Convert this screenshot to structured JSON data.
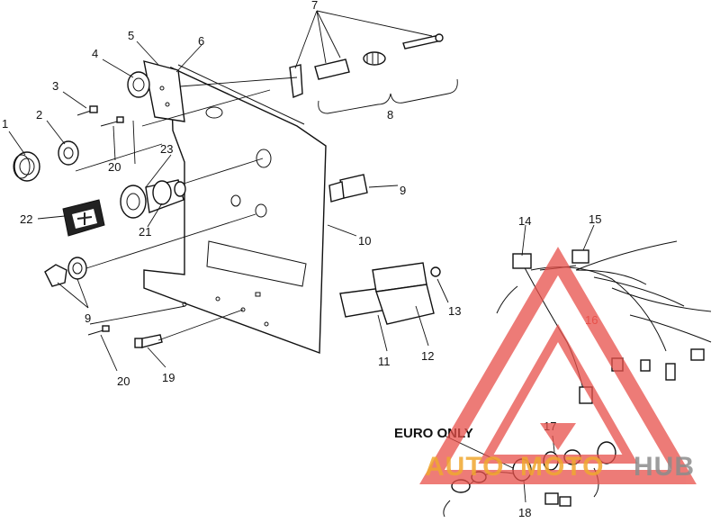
{
  "callouts": {
    "c1": "1",
    "c2": "2",
    "c3": "3",
    "c4": "4",
    "c5": "5",
    "c6": "6",
    "c7": "7",
    "c8": "8",
    "c9a": "9",
    "c9b": "9",
    "c10": "10",
    "c11": "11",
    "c12": "12",
    "c13": "13",
    "c14": "14",
    "c15": "15",
    "c16": "16",
    "c17": "17",
    "c18": "18",
    "c19": "19",
    "c20a": "20",
    "c20b": "20",
    "c21": "21",
    "c22": "22",
    "c23": "23"
  },
  "euro_label": "EURO ONLY",
  "watermark": {
    "part1": "AUTO",
    "part2": "MOTO",
    "part3": "HUB",
    "color_red": "#e8504a",
    "color_orange": "#f0a830",
    "color_gray": "#8c8c8c"
  }
}
